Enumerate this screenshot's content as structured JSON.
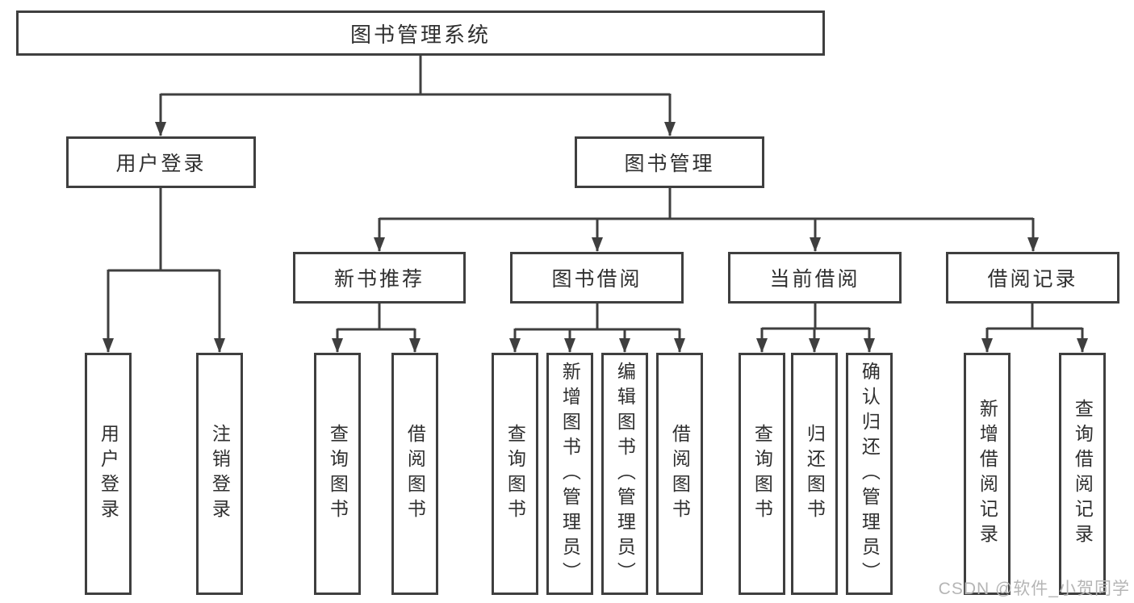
{
  "colors": {
    "line": "#3f3f3f",
    "text": "#2f2f2f",
    "box_background": "#ffffff",
    "watermark": "#b5b5b5"
  },
  "tree": {
    "root": {
      "label": "图书管理系统"
    },
    "branches": [
      {
        "label": "用户登录",
        "children": [
          "用户登录",
          "注销登录"
        ]
      },
      {
        "label": "图书管理",
        "sections": [
          {
            "label": "新书推荐",
            "children": [
              "查询图书",
              "借阅图书"
            ]
          },
          {
            "label": "图书借阅",
            "children": [
              "查询图书",
              "新增图书（管理员）",
              "编辑图书（管理员）",
              "借阅图书"
            ]
          },
          {
            "label": "当前借阅",
            "children": [
              "查询图书",
              "归还图书",
              "确认归还（管理员）"
            ]
          },
          {
            "label": "借阅记录",
            "children": [
              "新增借阅记录",
              "查询借阅记录"
            ]
          }
        ]
      }
    ]
  },
  "watermark": "CSDN @软件_小贺同学"
}
